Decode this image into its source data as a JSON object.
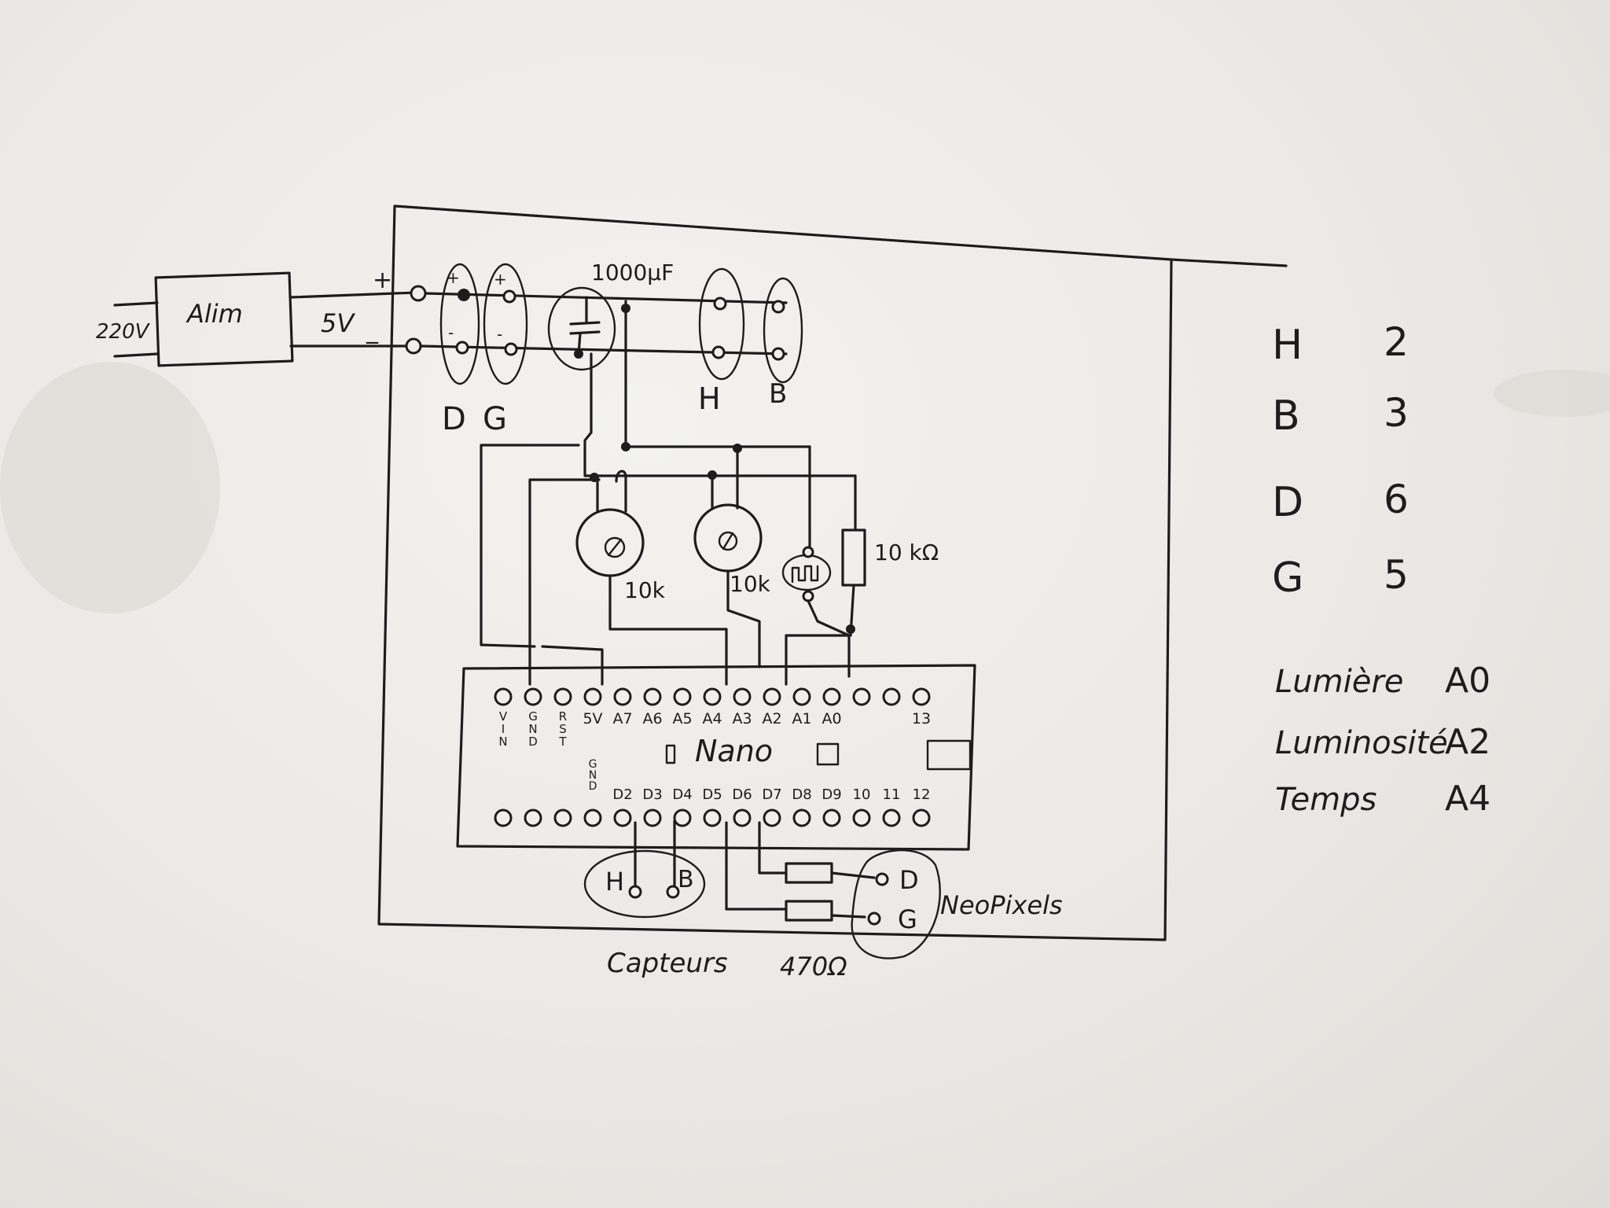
{
  "power": {
    "mains_label": "220V",
    "supply_label": "Alim",
    "output_label": "5V",
    "plus_sign": "+",
    "minus_sign": "_",
    "capacitor_label": "1000µF"
  },
  "connectors_top": {
    "left_labels": [
      "D",
      "G"
    ],
    "right_labels": [
      "H",
      "B"
    ],
    "plus": "+",
    "minus": "-"
  },
  "components": {
    "pot1_label": "10k",
    "pot2_label": "10k",
    "resistor_label": "10 kΩ"
  },
  "nano": {
    "name": "Nano",
    "top_pins": [
      "V I N",
      "G N D",
      "R S T",
      "5V",
      "A7",
      "A6",
      "A5",
      "A4",
      "A3",
      "A2",
      "A1",
      "A0",
      "",
      "",
      "13"
    ],
    "bottom_pins": [
      "",
      "",
      "",
      "G N D",
      "D2",
      "D3",
      "D4",
      "D5",
      "D6",
      "D7",
      "D8",
      "D9",
      "10",
      "11",
      "12"
    ]
  },
  "bottom": {
    "sensor_labels": [
      "H",
      "B"
    ],
    "sensors_caption": "Capteurs",
    "resistor_caption": "470Ω",
    "neopixel_labels": [
      "D",
      "G"
    ],
    "neopixel_caption": "NeoPixels"
  },
  "legend": {
    "pins": [
      {
        "name": "H",
        "value": "2"
      },
      {
        "name": "B",
        "value": "3"
      },
      {
        "name": "D",
        "value": "6"
      },
      {
        "name": "G",
        "value": "5"
      }
    ],
    "analog": [
      {
        "name": "Lumière",
        "value": "A0"
      },
      {
        "name": "Luminosité",
        "value": "A2"
      },
      {
        "name": "Temps",
        "value": "A4"
      }
    ]
  }
}
